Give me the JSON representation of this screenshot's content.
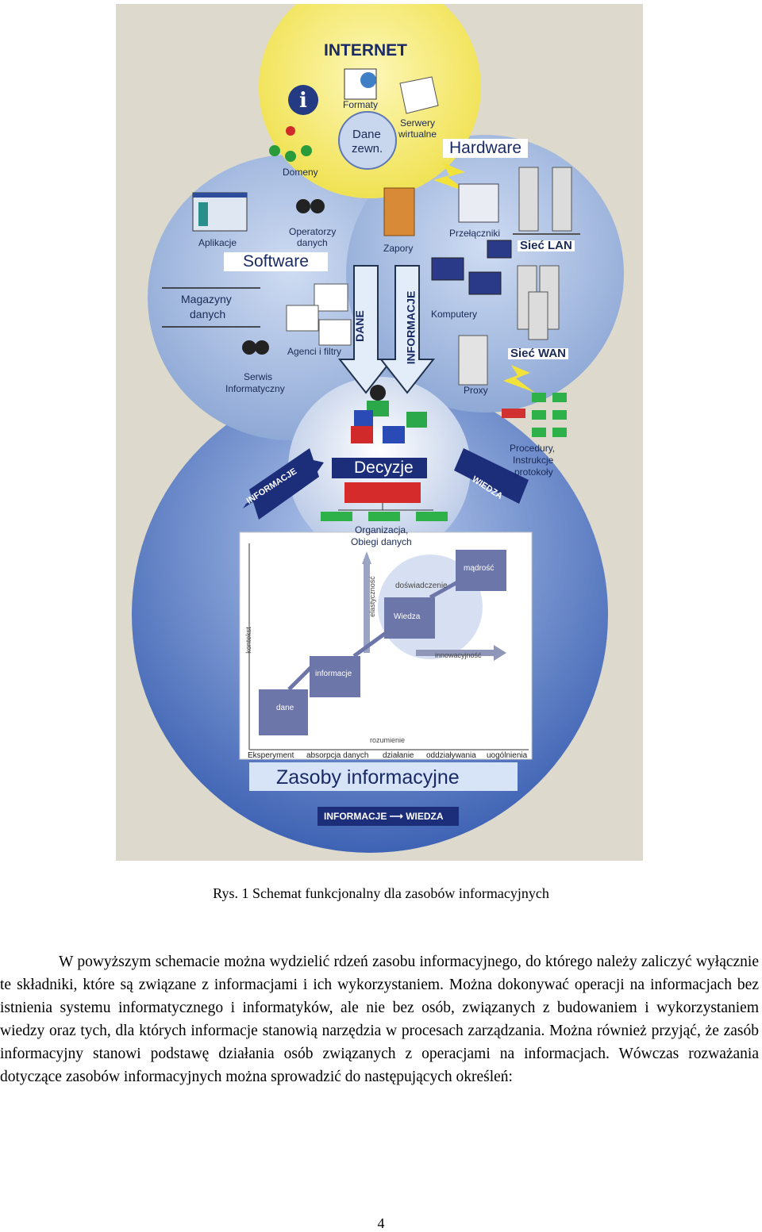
{
  "figure": {
    "internet": "INTERNET",
    "formaty": "Formaty",
    "dane_zewn_1": "Dane",
    "dane_zewn_2": "zewn.",
    "serwery_1": "Serwery",
    "serwery_2": "wirtualne",
    "domeny": "Domeny",
    "hardware": "Hardware",
    "aplikacje": "Aplikacje",
    "operatorzy_1": "Operatorzy",
    "operatorzy_2": "danych",
    "software": "Software",
    "zapory": "Zapory",
    "przelaczniki": "Przełączniki",
    "siec_lan": "Sieć LAN",
    "magazyny_1": "Magazyny",
    "magazyny_2": "danych",
    "dane_arrow": "DANE",
    "informacje_arrow": "INFORMACJE",
    "komputery": "Komputery",
    "agenci": "Agenci i filtry",
    "siec_wan": "Sieć WAN",
    "serwis_1": "Serwis",
    "serwis_2": "Informatyczny",
    "proxy": "Proxy",
    "procedury_1": "Procedury,",
    "procedury_2": "Instrukcje",
    "procedury_3": "protokoły",
    "decyzje": "Decyzje",
    "informacje_left": "INFORMACJE",
    "wiedza_right": "WIEDZA",
    "organizacja_1": "Organizacja,",
    "organizacja_2": "Obiegi danych",
    "madrosc": "mądrość",
    "doswiadczenie": "doświadczenie",
    "elastycznosc": "elastyczność",
    "wiedza_box": "Wiedza",
    "kontekst": "kontekst",
    "innowacyjnosc": "innowacyjność",
    "informacje_box": "informacje",
    "dane_box": "dane",
    "rozumienie": "rozumienie",
    "axis_labels": [
      "Eksperyment",
      "absorpcja danych",
      "działanie",
      "oddziaływania",
      "uogólnienia"
    ],
    "zasoby": "Zasoby informacyjne",
    "bottom_banner": "INFORMACJE ⟶ WIEDZA"
  },
  "caption": "Rys. 1  Schemat funkcjonalny dla zasobów informacyjnych",
  "paragraph": "W powyższym schemacie można wydzielić rdzeń zasobu informacyjnego, do którego należy zaliczyć wyłącznie te składniki, które są związane z informacjami i ich wykorzystaniem. Można dokonywać operacji na informacjach bez istnienia systemu informatycznego i informatyków, ale nie bez osób, związanych z budowaniem i wykorzystaniem wiedzy oraz tych, dla których informacje stanowią narzędzia w procesach zarządzania. Można również przyjąć, że zasób informacyjny stanowi podstawę działania osób związanych z operacjami na informacjach. Wówczas rozważania dotyczące zasobów informacyjnych można sprowadzić do następujących określeń:",
  "page_number": "4",
  "colors": {
    "internet_circle": "#f2e56a",
    "blue_circle": "#8fb0de",
    "dark_navy": "#1a2a66"
  }
}
